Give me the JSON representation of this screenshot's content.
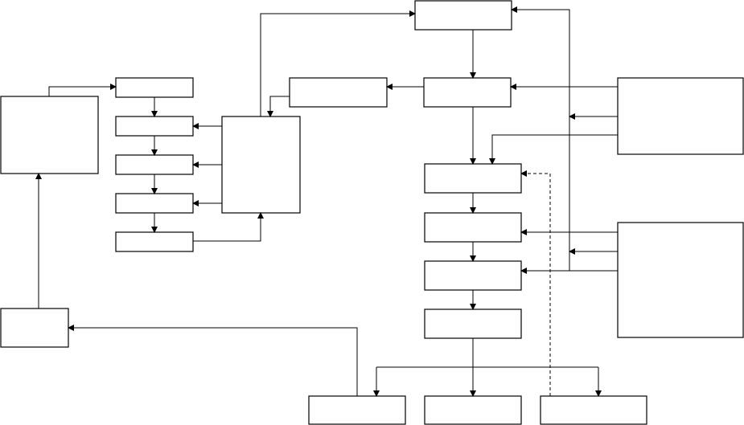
{
  "diagram": {
    "type": "flowchart",
    "boxes": [
      {
        "id": "top-center"
      },
      {
        "id": "mid-left"
      },
      {
        "id": "center-main"
      },
      {
        "id": "right-top-panel"
      },
      {
        "id": "left-tall"
      },
      {
        "id": "left-col-1"
      },
      {
        "id": "left-col-2"
      },
      {
        "id": "left-col-3"
      },
      {
        "id": "left-col-4"
      },
      {
        "id": "left-col-5"
      },
      {
        "id": "center-tall"
      },
      {
        "id": "center-col-1"
      },
      {
        "id": "center-col-2"
      },
      {
        "id": "center-col-3"
      },
      {
        "id": "center-col-4"
      },
      {
        "id": "right-bottom-panel"
      },
      {
        "id": "bottom-left-small"
      },
      {
        "id": "bottom-1"
      },
      {
        "id": "bottom-2"
      },
      {
        "id": "bottom-3"
      }
    ],
    "labels_visible": false
  }
}
